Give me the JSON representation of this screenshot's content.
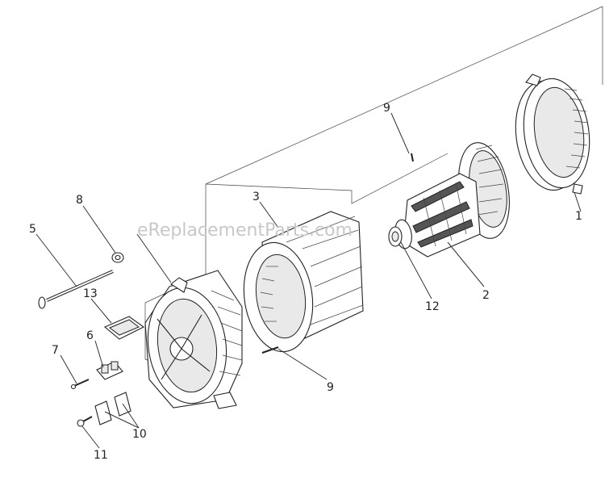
{
  "watermark": "eReplacementParts.com",
  "labels": {
    "p1": "1",
    "p2": "2",
    "p3": "3",
    "p5": "5",
    "p6": "6",
    "p7": "7",
    "p8": "8",
    "p9a": "9",
    "p9b": "9",
    "p10": "10",
    "p11": "11",
    "p12": "12",
    "p13": "13"
  }
}
